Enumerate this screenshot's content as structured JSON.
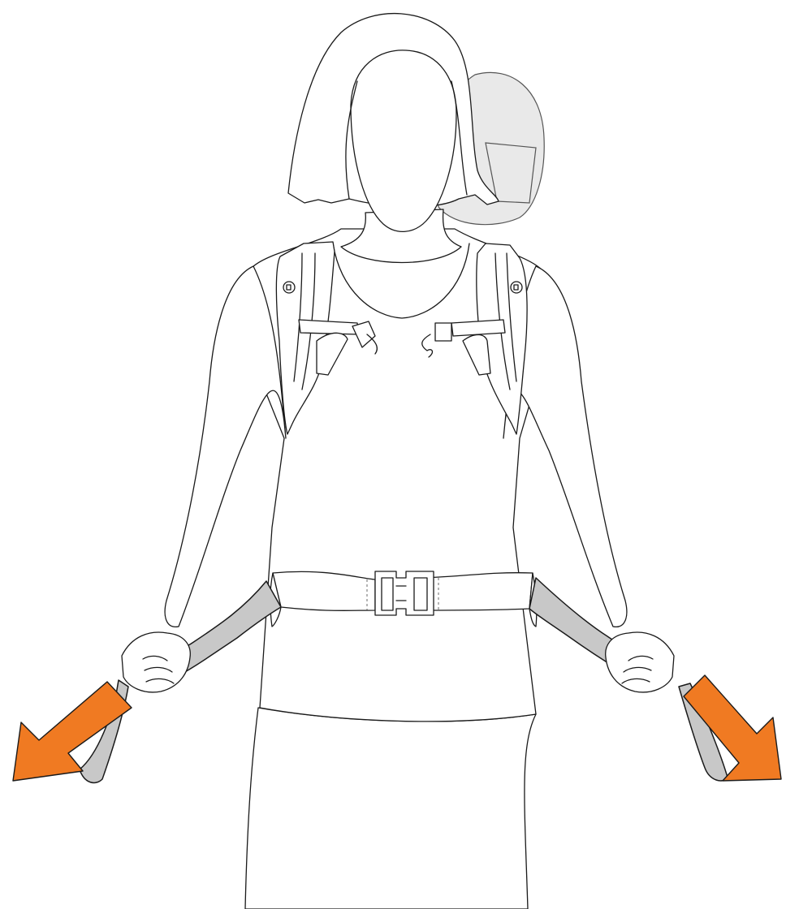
{
  "colors": {
    "background": "#ffffff",
    "outline": "#1a1a1a",
    "ghost_head": "#e9e9e9",
    "strap_fill": "#c8c8c8",
    "shoulder_strap_fill": "#ffffff",
    "arrow_fill": "#f07a22"
  },
  "illustration": {
    "subject": "person-wearing-backpack",
    "motion_hint": "head-turned-ghost",
    "hip_belt": {
      "buckle": "side-release-buckle",
      "state": "fastened"
    },
    "sternum_strap": {
      "state": "unfastened"
    },
    "arrows": [
      {
        "name": "left-pull-arrow",
        "direction": "down-left"
      },
      {
        "name": "right-pull-arrow",
        "direction": "down-right"
      }
    ]
  }
}
